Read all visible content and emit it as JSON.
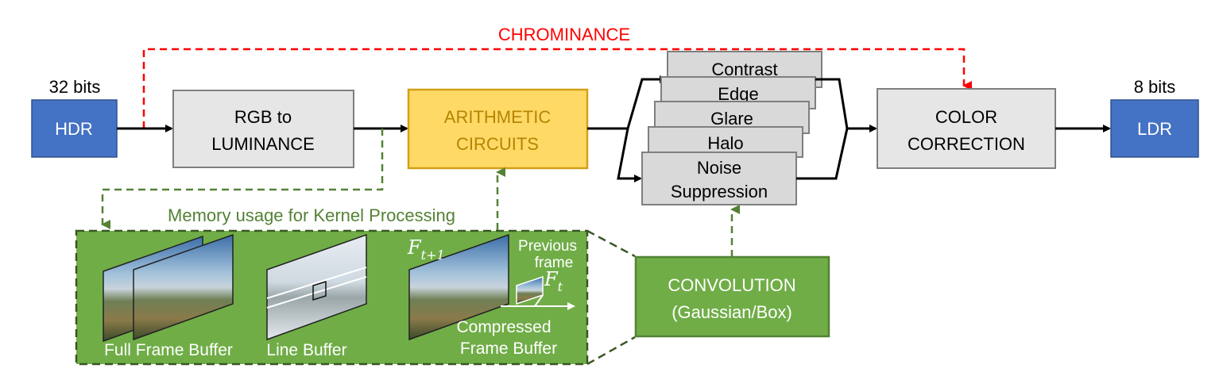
{
  "chrominance_label": "CHROMINANCE",
  "hdr": {
    "bits": "32 bits",
    "label": "HDR"
  },
  "ldr": {
    "bits": "8 bits",
    "label": "LDR"
  },
  "rgb_to_luminance": {
    "line1": "RGB to",
    "line2": "LUMINANCE"
  },
  "arithmetic": {
    "line1": "ARITHMETIC",
    "line2": "CIRCUITS"
  },
  "filters": {
    "contrast": "Contrast",
    "edge": "Edge",
    "glare": "Glare",
    "halo": "Halo",
    "noise_line1": "Noise",
    "noise_line2": "Suppression"
  },
  "color_correction": {
    "line1": "COLOR",
    "line2": "CORRECTION"
  },
  "convolution": {
    "line1": "CONVOLUTION",
    "line2": "(Gaussian/Box)"
  },
  "memory": {
    "title": "Memory usage for Kernel Processing",
    "full_frame": "Full Frame Buffer",
    "line_buffer": "Line Buffer",
    "previous_frame_line1": "Previous",
    "previous_frame_line2": "frame",
    "compressed_line1": "Compressed",
    "compressed_line2": "Frame Buffer",
    "ft1_base": "F",
    "ft1_sub": "t+1",
    "ft_base": "F",
    "ft_sub": "t"
  },
  "colors": {
    "hdr_ldr_blue": "#4472c4",
    "gray_box": "#e7e6e6",
    "arithmetic_fill": "#ffd966",
    "arithmetic_border": "#d4a017",
    "green": "#70ad47",
    "green_dark": "#548235",
    "chrominance_red": "#ff0000"
  }
}
